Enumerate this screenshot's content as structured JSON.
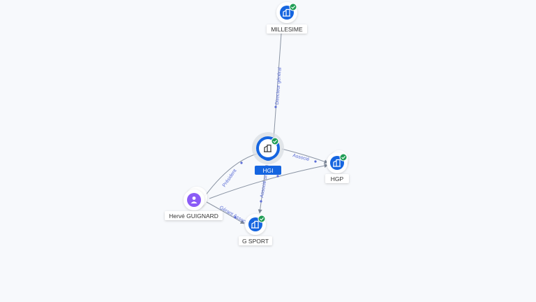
{
  "colors": {
    "background": "#f7f9fc",
    "company": "#1565e0",
    "person": "#8b5cf6",
    "selected": "#1565e0",
    "verified": "#1f9d55",
    "edge": "#7c8797",
    "edge_label": "#5b6dd6"
  },
  "nodes": {
    "millesime": {
      "label": "MILLESIME",
      "kind": "company",
      "verified": true,
      "icon": "building-icon"
    },
    "hgi": {
      "label": "HGI",
      "kind": "company",
      "verified": true,
      "selected": true,
      "icon": "building-icon"
    },
    "hgp": {
      "label": "HGP",
      "kind": "company",
      "verified": true,
      "icon": "building-icon"
    },
    "gsport": {
      "label": "G SPORT",
      "kind": "company",
      "verified": true,
      "icon": "building-icon"
    },
    "herve": {
      "label": "Hervé GUIGNARD",
      "kind": "person",
      "verified": false,
      "icon": "person-icon"
    }
  },
  "edges": {
    "millesime_hgi": {
      "from": "millesime",
      "to": "hgi",
      "label": "Directeur général"
    },
    "hgi_hgp": {
      "from": "hgi",
      "to": "hgp",
      "label": "Associé"
    },
    "herve_hgi": {
      "from": "herve",
      "to": "hgi",
      "label": "Président"
    },
    "herve_hgp": {
      "from": "herve",
      "to": "hgp",
      "label": ""
    },
    "hgi_gsport": {
      "from": "hgi",
      "to": "gsport",
      "label": "Associé unique"
    },
    "herve_gsport": {
      "from": "herve",
      "to": "gsport",
      "label": "Gérant Associé"
    }
  }
}
